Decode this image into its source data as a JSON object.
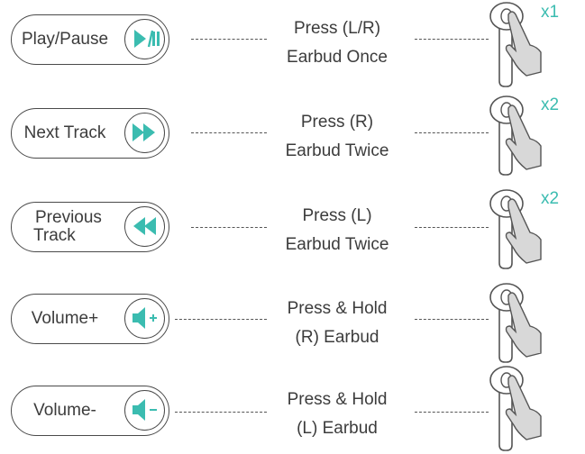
{
  "accent_color": "#3bbcb0",
  "rows": [
    {
      "label": "Play/Pause",
      "icon": "play-pause-icon",
      "action_line1": "Press (L/R)",
      "action_line2": "Earbud Once",
      "count": "x1"
    },
    {
      "label": "Next Track",
      "icon": "fast-forward-icon",
      "action_line1": "Press (R)",
      "action_line2": "Earbud Twice",
      "count": "x2"
    },
    {
      "label_line1": "Previous",
      "label_line2": "Track",
      "icon": "rewind-icon",
      "action_line1": "Press (L)",
      "action_line2": "Earbud Twice",
      "count": "x2"
    },
    {
      "label": "Volume+",
      "icon": "volume-up-icon",
      "action_line1": "Press & Hold",
      "action_line2": "(R) Earbud"
    },
    {
      "label": "Volume-",
      "icon": "volume-down-icon",
      "action_line1": "Press & Hold",
      "action_line2": "(L) Earbud"
    }
  ]
}
